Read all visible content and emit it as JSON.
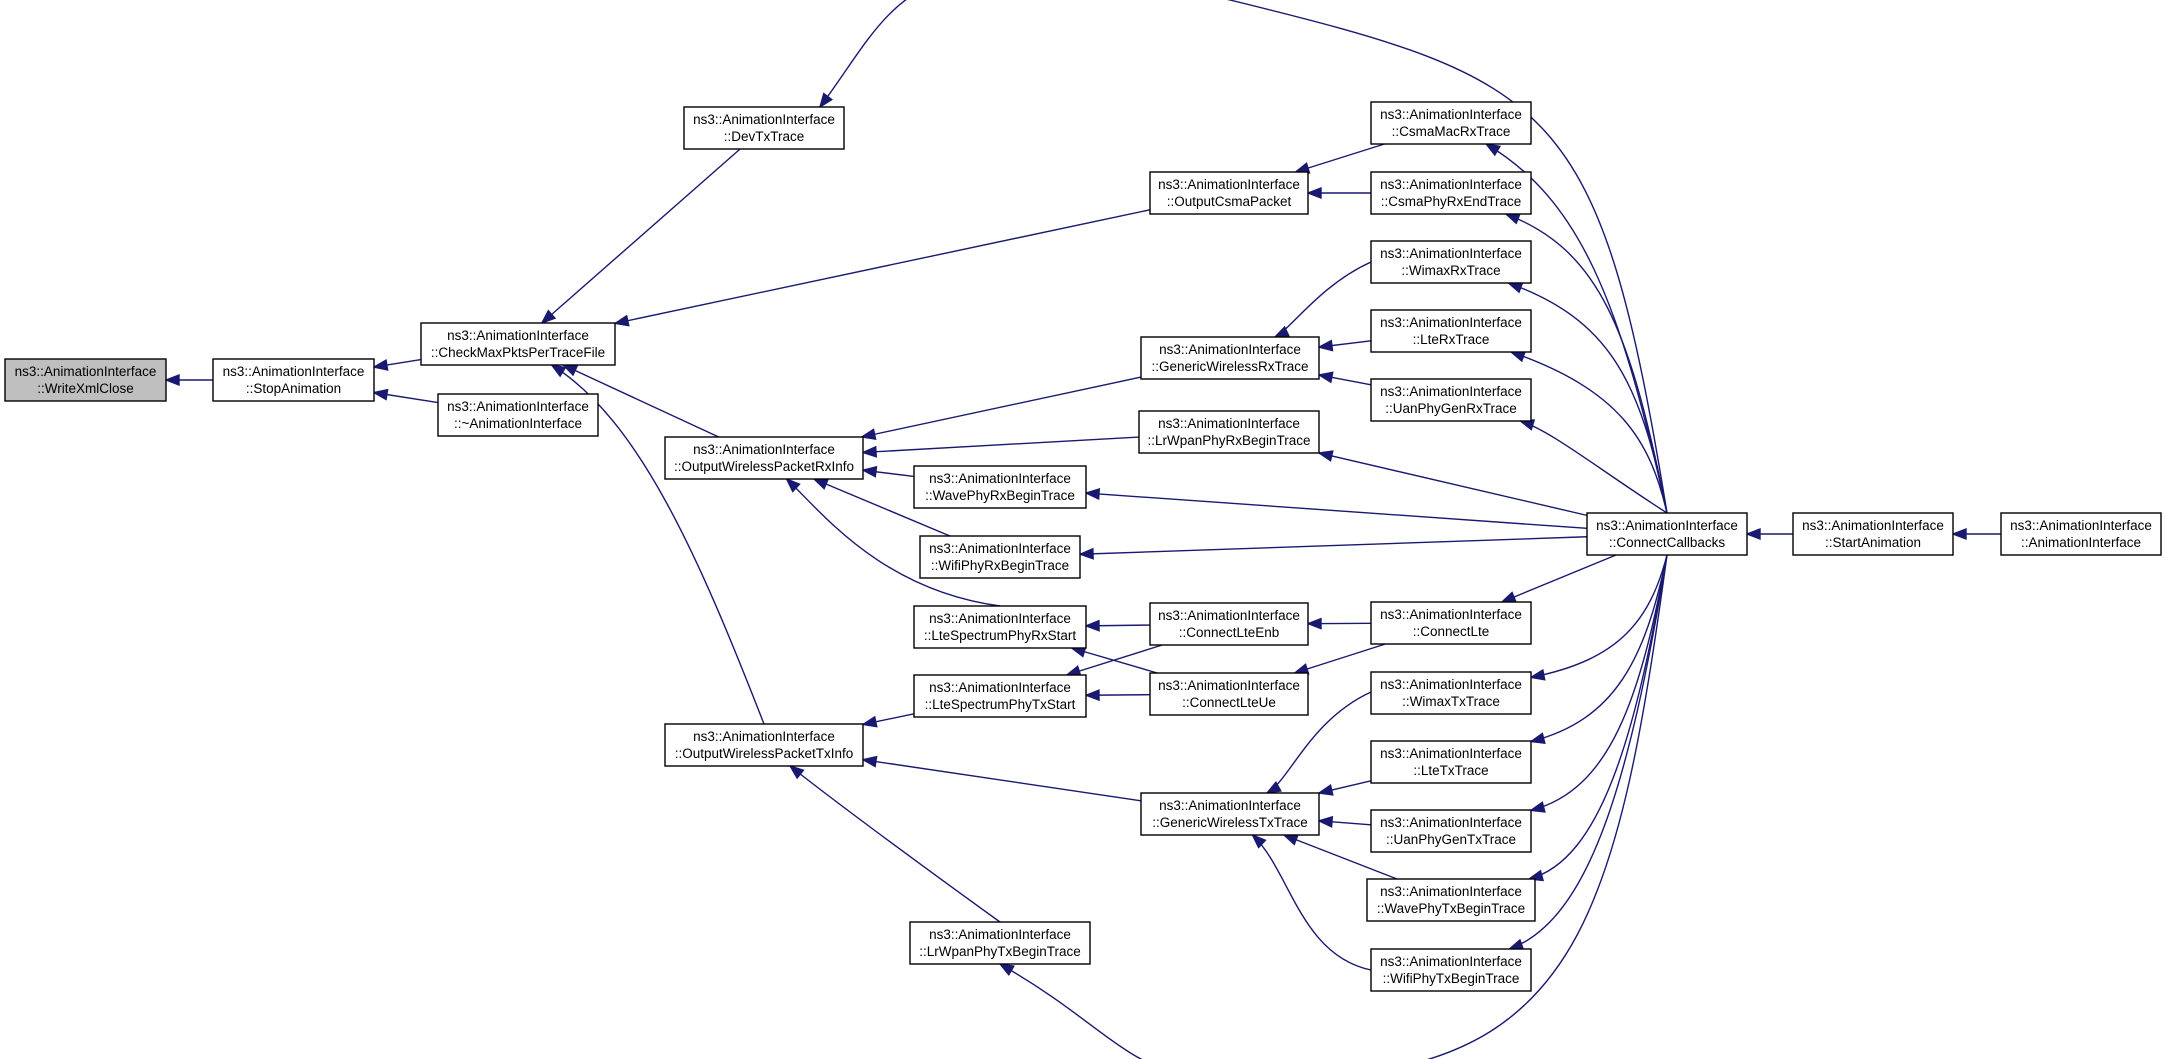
{
  "diagram": {
    "root_color": "#bfbfbf",
    "edge_color": "#191970",
    "nodes": [
      {
        "id": "writexmlclose",
        "line1": "ns3::AnimationInterface",
        "line2": "::WriteXmlClose",
        "root": true
      },
      {
        "id": "stopanimation",
        "line1": "ns3::AnimationInterface",
        "line2": "::StopAnimation"
      },
      {
        "id": "checkmaxpkts",
        "line1": "ns3::AnimationInterface",
        "line2": "::CheckMaxPktsPerTraceFile"
      },
      {
        "id": "destructor",
        "line1": "ns3::AnimationInterface",
        "line2": "::~AnimationInterface"
      },
      {
        "id": "devtxtrace",
        "line1": "ns3::AnimationInterface",
        "line2": "::DevTxTrace"
      },
      {
        "id": "outputwirelessrx",
        "line1": "ns3::AnimationInterface",
        "line2": "::OutputWirelessPacketRxInfo"
      },
      {
        "id": "outputwirelesstx",
        "line1": "ns3::AnimationInterface",
        "line2": "::OutputWirelessPacketTxInfo"
      },
      {
        "id": "outputcsma",
        "line1": "ns3::AnimationInterface",
        "line2": "::OutputCsmaPacket"
      },
      {
        "id": "genericrx",
        "line1": "ns3::AnimationInterface",
        "line2": "::GenericWirelessRxTrace"
      },
      {
        "id": "lrwpanrx",
        "line1": "ns3::AnimationInterface",
        "line2": "::LrWpanPhyRxBeginTrace"
      },
      {
        "id": "waverx",
        "line1": "ns3::AnimationInterface",
        "line2": "::WavePhyRxBeginTrace"
      },
      {
        "id": "wifirx",
        "line1": "ns3::AnimationInterface",
        "line2": "::WifiPhyRxBeginTrace"
      },
      {
        "id": "ltespecrx",
        "line1": "ns3::AnimationInterface",
        "line2": "::LteSpectrumPhyRxStart"
      },
      {
        "id": "ltespectx",
        "line1": "ns3::AnimationInterface",
        "line2": "::LteSpectrumPhyTxStart"
      },
      {
        "id": "generictx",
        "line1": "ns3::AnimationInterface",
        "line2": "::GenericWirelessTxTrace"
      },
      {
        "id": "lrwpantx",
        "line1": "ns3::AnimationInterface",
        "line2": "::LrWpanPhyTxBeginTrace"
      },
      {
        "id": "connectlteenb",
        "line1": "ns3::AnimationInterface",
        "line2": "::ConnectLteEnb"
      },
      {
        "id": "connectlteue",
        "line1": "ns3::AnimationInterface",
        "line2": "::ConnectLteUe"
      },
      {
        "id": "csmamacrx",
        "line1": "ns3::AnimationInterface",
        "line2": "::CsmaMacRxTrace"
      },
      {
        "id": "csmaphyrxend",
        "line1": "ns3::AnimationInterface",
        "line2": "::CsmaPhyRxEndTrace"
      },
      {
        "id": "wimaxrx",
        "line1": "ns3::AnimationInterface",
        "line2": "::WimaxRxTrace"
      },
      {
        "id": "lterx",
        "line1": "ns3::AnimationInterface",
        "line2": "::LteRxTrace"
      },
      {
        "id": "uanrx",
        "line1": "ns3::AnimationInterface",
        "line2": "::UanPhyGenRxTrace"
      },
      {
        "id": "connectlte",
        "line1": "ns3::AnimationInterface",
        "line2": "::ConnectLte"
      },
      {
        "id": "wimaxtx",
        "line1": "ns3::AnimationInterface",
        "line2": "::WimaxTxTrace"
      },
      {
        "id": "ltetx",
        "line1": "ns3::AnimationInterface",
        "line2": "::LteTxTrace"
      },
      {
        "id": "uantx",
        "line1": "ns3::AnimationInterface",
        "line2": "::UanPhyGenTxTrace"
      },
      {
        "id": "wavetx",
        "line1": "ns3::AnimationInterface",
        "line2": "::WavePhyTxBeginTrace"
      },
      {
        "id": "wifitx",
        "line1": "ns3::AnimationInterface",
        "line2": "::WifiPhyTxBeginTrace"
      },
      {
        "id": "connectcallbacks",
        "line1": "ns3::AnimationInterface",
        "line2": "::ConnectCallbacks"
      },
      {
        "id": "startanimation",
        "line1": "ns3::AnimationInterface",
        "line2": "::StartAnimation"
      },
      {
        "id": "constructor",
        "line1": "ns3::AnimationInterface",
        "line2": "::AnimationInterface"
      }
    ],
    "edges": [
      {
        "from": "stopanimation",
        "to": "writexmlclose"
      },
      {
        "from": "checkmaxpkts",
        "to": "stopanimation"
      },
      {
        "from": "destructor",
        "to": "stopanimation"
      },
      {
        "from": "devtxtrace",
        "to": "checkmaxpkts"
      },
      {
        "from": "outputcsma",
        "to": "checkmaxpkts"
      },
      {
        "from": "outputwirelessrx",
        "to": "checkmaxpkts"
      },
      {
        "from": "outputwirelesstx",
        "to": "checkmaxpkts"
      },
      {
        "from": "connectcallbacks",
        "to": "devtxtrace"
      },
      {
        "from": "csmamacrx",
        "to": "outputcsma"
      },
      {
        "from": "csmaphyrxend",
        "to": "outputcsma"
      },
      {
        "from": "genericrx",
        "to": "outputwirelessrx"
      },
      {
        "from": "lrwpanrx",
        "to": "outputwirelessrx"
      },
      {
        "from": "waverx",
        "to": "outputwirelessrx"
      },
      {
        "from": "wifirx",
        "to": "outputwirelessrx"
      },
      {
        "from": "ltespecrx",
        "to": "outputwirelessrx"
      },
      {
        "from": "wimaxrx",
        "to": "genericrx"
      },
      {
        "from": "lterx",
        "to": "genericrx"
      },
      {
        "from": "uanrx",
        "to": "genericrx"
      },
      {
        "from": "connectcallbacks",
        "to": "lrwpanrx"
      },
      {
        "from": "connectcallbacks",
        "to": "waverx"
      },
      {
        "from": "connectcallbacks",
        "to": "wifirx"
      },
      {
        "from": "connectlteenb",
        "to": "ltespecrx"
      },
      {
        "from": "connectlteue",
        "to": "ltespecrx"
      },
      {
        "from": "ltespectx",
        "to": "outputwirelesstx"
      },
      {
        "from": "generictx",
        "to": "outputwirelesstx"
      },
      {
        "from": "lrwpantx",
        "to": "outputwirelesstx"
      },
      {
        "from": "connectlteenb",
        "to": "ltespectx"
      },
      {
        "from": "connectlteue",
        "to": "ltespectx"
      },
      {
        "from": "connectlte",
        "to": "connectlteenb"
      },
      {
        "from": "connectlte",
        "to": "connectlteue"
      },
      {
        "from": "wimaxtx",
        "to": "generictx"
      },
      {
        "from": "ltetx",
        "to": "generictx"
      },
      {
        "from": "uantx",
        "to": "generictx"
      },
      {
        "from": "wavetx",
        "to": "generictx"
      },
      {
        "from": "wifitx",
        "to": "generictx"
      },
      {
        "from": "connectcallbacks",
        "to": "lrwpantx"
      },
      {
        "from": "connectcallbacks",
        "to": "csmamacrx"
      },
      {
        "from": "connectcallbacks",
        "to": "csmaphyrxend"
      },
      {
        "from": "connectcallbacks",
        "to": "wimaxrx"
      },
      {
        "from": "connectcallbacks",
        "to": "lterx"
      },
      {
        "from": "connectcallbacks",
        "to": "uanrx"
      },
      {
        "from": "connectcallbacks",
        "to": "connectlte"
      },
      {
        "from": "connectcallbacks",
        "to": "wimaxtx"
      },
      {
        "from": "connectcallbacks",
        "to": "ltetx"
      },
      {
        "from": "connectcallbacks",
        "to": "uantx"
      },
      {
        "from": "connectcallbacks",
        "to": "wavetx"
      },
      {
        "from": "connectcallbacks",
        "to": "wifitx"
      },
      {
        "from": "startanimation",
        "to": "connectcallbacks"
      },
      {
        "from": "constructor",
        "to": "startanimation"
      }
    ]
  }
}
